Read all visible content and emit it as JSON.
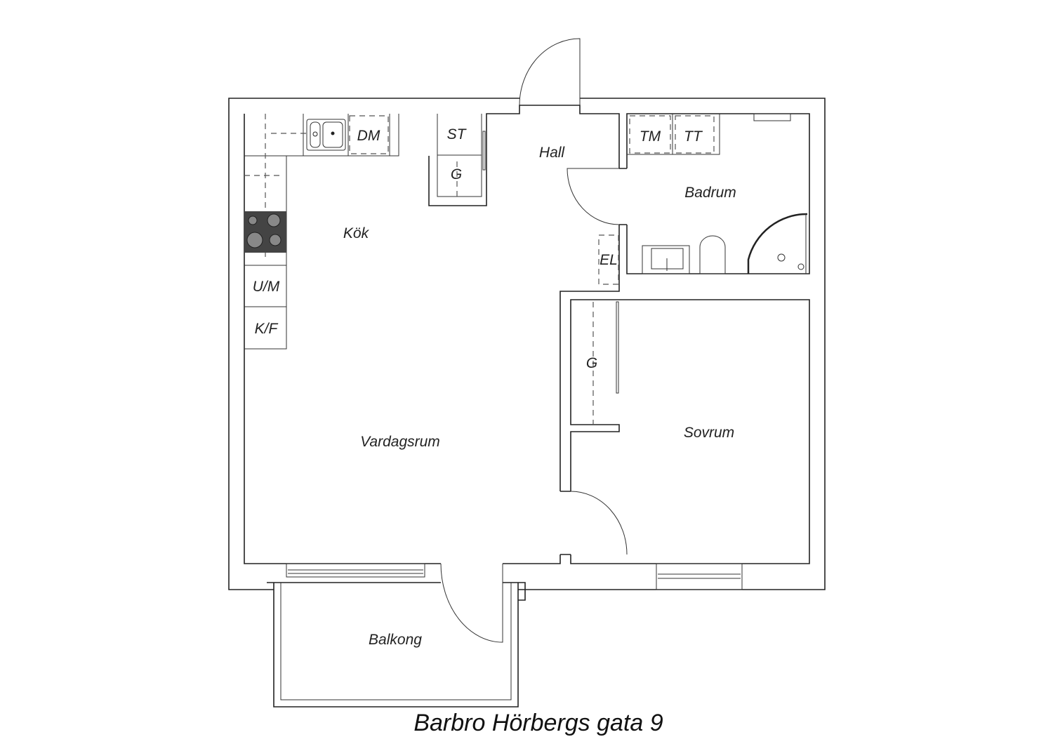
{
  "plan": {
    "title": "Barbro Hörbergs gata 9",
    "rooms": {
      "kitchen": "Kök",
      "hall": "Hall",
      "bathroom": "Badrum",
      "living_room": "Vardagsrum",
      "bedroom": "Sovrum",
      "balcony": "Balkong"
    },
    "fixtures": {
      "dishwasher": "DM",
      "storage": "ST",
      "wardrobe_hall": "G",
      "fridge_oven": "U/M",
      "fridge_freezer": "K/F",
      "washing_machine": "TM",
      "dryer": "TT",
      "electrical": "EL",
      "wardrobe_bedroom": "G"
    }
  }
}
